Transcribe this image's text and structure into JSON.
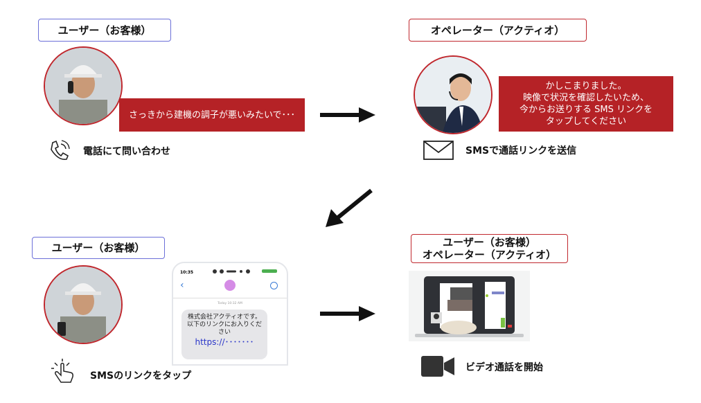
{
  "step1": {
    "label": "ユーザー（お客様）",
    "bubble": "さっきから建機の調子が悪いみたいで･･･",
    "caption": "電話にて問い合わせ",
    "icon": "phone-icon"
  },
  "step2": {
    "label": "オペレーター（アクティオ）",
    "bubble_lines": [
      "かしこまりました。",
      "映像で状況を確認したいため、",
      "今からお送りする SMS リンクを",
      "タップしてください"
    ],
    "caption": "SMSで通話リンクを送信",
    "icon": "envelope-icon"
  },
  "step3": {
    "label": "ユーザー（お客様）",
    "caption": "SMSのリンクをタップ",
    "icon": "tap-icon",
    "phone": {
      "time": "10:35",
      "timestamp": "Today 10:32 AM",
      "message_lines": [
        "株式会社アクティオです。",
        "以下のリンクにお入りくだ",
        "さい"
      ],
      "link": "https://･･･････"
    }
  },
  "step4": {
    "label_lines": [
      "ユーザー（お客様）",
      "オペレーター（アクティオ）"
    ],
    "caption": "ビデオ通話を開始",
    "icon": "video-camera-icon"
  },
  "colors": {
    "accent_red": "#b52226",
    "label_blue": "#6b6fd8"
  }
}
